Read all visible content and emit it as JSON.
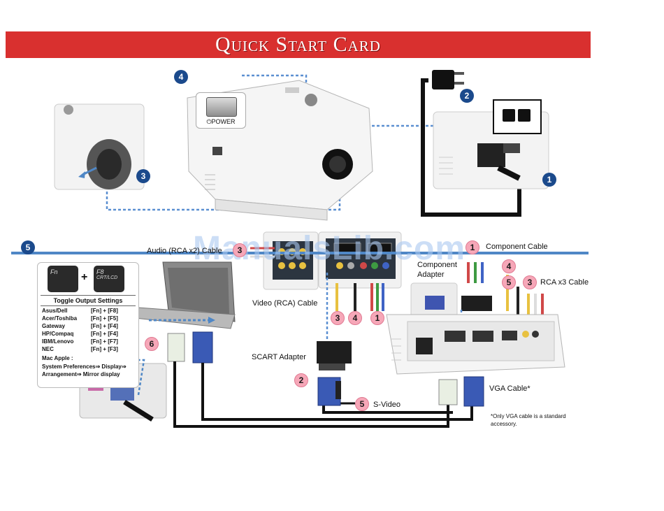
{
  "card": {
    "title": "Quick Start Card",
    "watermark": "ManualsLib.com",
    "colors": {
      "banner": "#d9302f",
      "divider": "#4f87c6",
      "step_blue": "#1b4a8c",
      "step_pink": "#f6a7b8"
    }
  },
  "top": {
    "power_label": "⏻POWER",
    "steps": [
      "1",
      "2",
      "3",
      "4"
    ]
  },
  "toggle": {
    "step": "5",
    "plus": "+",
    "fn_key": "Fn",
    "f8_key": "F8",
    "f8_sub": "CRT/LCD",
    "title": "Toggle Output Settings",
    "rows": [
      {
        "brand": "Asus/Dell",
        "keys": "[Fn] + [F8]"
      },
      {
        "brand": "Acer/Toshiba",
        "keys": "[Fn] + [F5]"
      },
      {
        "brand": "Gateway",
        "keys": "[Fn] + [F4]"
      },
      {
        "brand": "HP/Compaq",
        "keys": "[Fn] + [F4]"
      },
      {
        "brand": "IBM/Lenovo",
        "keys": "[Fn] + [F7]"
      },
      {
        "brand": "NEC",
        "keys": "[Fn] + [F3]"
      }
    ],
    "mac_title": "Mac Apple :",
    "mac_line1": "System Preferences⇒ Display⇒",
    "mac_line2": "Arrangement⇒ Mirror display"
  },
  "bottom": {
    "audio_label": "Audio (RCA x2) Cable",
    "video_label": "Video (RCA) Cable",
    "scart_label": "SCART Adapter",
    "svideo_label": "S-Video",
    "component_cable_label": "Component Cable",
    "component_adapter_label_1": "Component",
    "component_adapter_label_2": "Adapter",
    "rca3_label": "RCA x3 Cable",
    "vga_label": "VGA Cable*",
    "note_line1": "*Only VGA cable is a standard",
    "note_line2": "accessory.",
    "nums": {
      "audio": "3",
      "laptop": "6",
      "scart": "2",
      "svideo": "5",
      "comp": "1",
      "r4": "4",
      "r5": "5",
      "r3": "3",
      "b3": "3",
      "b4": "4",
      "b1": "1"
    }
  }
}
